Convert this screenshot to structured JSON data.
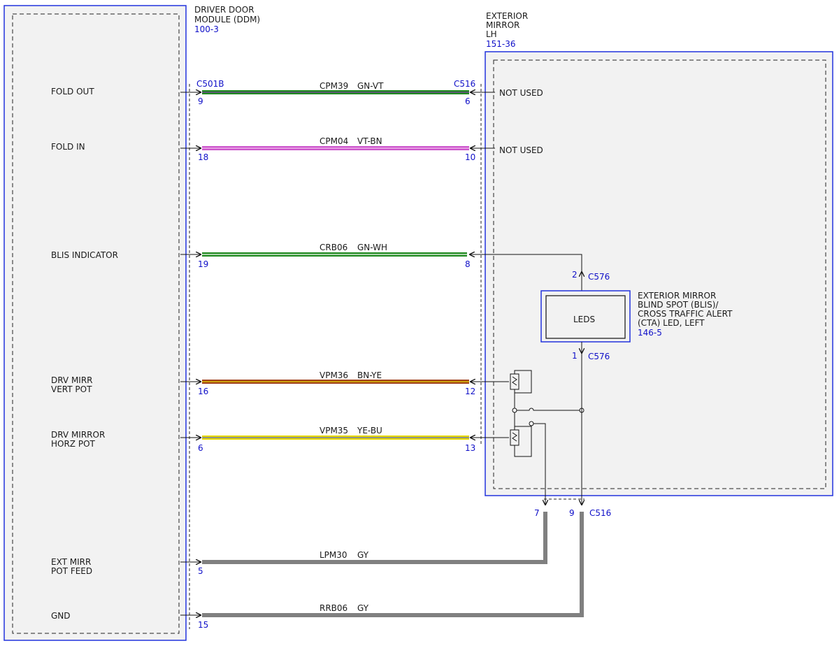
{
  "ddm": {
    "title_line1": "DRIVER DOOR",
    "title_line2": "MODULE (DDM)",
    "ref": "100-3",
    "connector": "C501B",
    "signals": {
      "fold_out": "FOLD OUT",
      "fold_in": "FOLD IN",
      "blis": "BLIS INDICATOR",
      "vert_1": "DRV MIRR",
      "vert_2": "VERT POT",
      "horz_1": "DRV MIRROR",
      "horz_2": "HORZ POT",
      "feed_1": "EXT MIRR",
      "feed_2": "POT FEED",
      "gnd": "GND"
    },
    "pins": {
      "fold_out": "9",
      "fold_in": "18",
      "blis": "19",
      "vert": "16",
      "horz": "6",
      "feed": "5",
      "gnd": "15"
    }
  },
  "mirror": {
    "title_line1": "EXTERIOR",
    "title_line2": "MIRROR",
    "title_line3": "LH",
    "ref": "151-36",
    "connector": "C516",
    "not_used_1": "NOT USED",
    "not_used_2": "NOT USED",
    "pins": {
      "fold_out": "6",
      "fold_in": "10",
      "blis": "8",
      "vert": "12",
      "horz": "13",
      "feed": "7",
      "gnd": "9"
    }
  },
  "leds": {
    "label": "LEDS",
    "connector": "C576",
    "pin_top": "2",
    "pin_bottom": "1",
    "desc_line1": "EXTERIOR MIRROR",
    "desc_line2": "BLIND SPOT (BLIS)/",
    "desc_line3": "CROSS TRAFFIC ALERT",
    "desc_line4": "(CTA) LED, LEFT",
    "ref": "146-5"
  },
  "wires": {
    "fold_out": {
      "circuit": "CPM39",
      "color": "GN-VT"
    },
    "fold_in": {
      "circuit": "CPM04",
      "color": "VT-BN"
    },
    "blis": {
      "circuit": "CRB06",
      "color": "GN-WH"
    },
    "vert": {
      "circuit": "VPM36",
      "color": "BN-YE"
    },
    "horz": {
      "circuit": "VPM35",
      "color": "YE-BU"
    },
    "feed": {
      "circuit": "LPM30",
      "color": "GY"
    },
    "gnd": {
      "circuit": "RRB06",
      "color": "GY"
    }
  },
  "palette": {
    "frame_blue": "#2233dd",
    "label_blue": "#1010c8",
    "green": "#1f8a1f",
    "violet": "#cc55cc",
    "brown": "#a0401a",
    "yellow": "#e6d800",
    "gray": "#808080",
    "white": "#ffffff"
  }
}
